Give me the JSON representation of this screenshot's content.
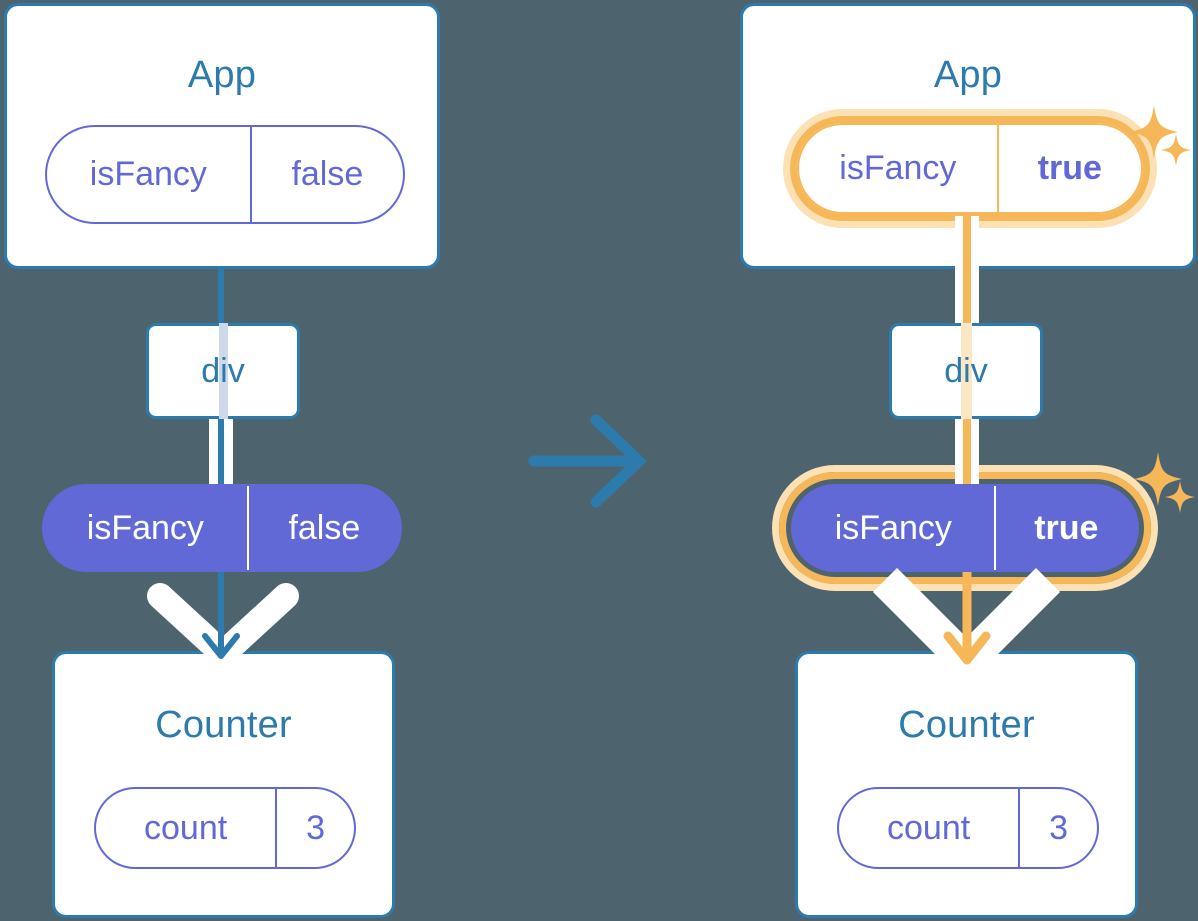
{
  "background_color": "#4d646e",
  "palette": {
    "box_border_blue": "#2d7aad",
    "title_blue": "#2d7aad",
    "state_purple": "#6169d6",
    "highlight_orange": "#f5b757",
    "highlight_glow": "#fce1b5",
    "white": "#ffffff",
    "pale_lavender": "#cfd9ee",
    "pale_orange": "#fbe7c6"
  },
  "panels": [
    {
      "id": "before",
      "app": {
        "title": "App",
        "state": {
          "name": "isFancy",
          "value": "false",
          "highlighted": false,
          "value_bold": false
        }
      },
      "div": {
        "label": "div",
        "line_color": "#cfd9ee"
      },
      "prop": {
        "name": "isFancy",
        "value": "false",
        "highlighted": false,
        "value_bold": false
      },
      "counter": {
        "title": "Counter",
        "state": {
          "name": "count",
          "value": "3",
          "highlighted": false,
          "value_bold": false
        }
      },
      "connector_color": "#2d7aad",
      "sparkles": false
    },
    {
      "id": "after",
      "app": {
        "title": "App",
        "state": {
          "name": "isFancy",
          "value": "true",
          "highlighted": true,
          "value_bold": true
        }
      },
      "div": {
        "label": "div",
        "line_color": "#fbe7c6"
      },
      "prop": {
        "name": "isFancy",
        "value": "true",
        "highlighted": true,
        "value_bold": true
      },
      "counter": {
        "title": "Counter",
        "state": {
          "name": "count",
          "value": "3",
          "highlighted": false,
          "value_bold": false
        }
      },
      "connector_color": "#f5b757",
      "sparkles": true
    }
  ],
  "transition_arrow": {
    "name": "right-arrow",
    "color": "#2d7aad"
  },
  "sparkle_icon": {
    "name": "sparkle-star",
    "color": "#f5b757",
    "count": 4
  }
}
